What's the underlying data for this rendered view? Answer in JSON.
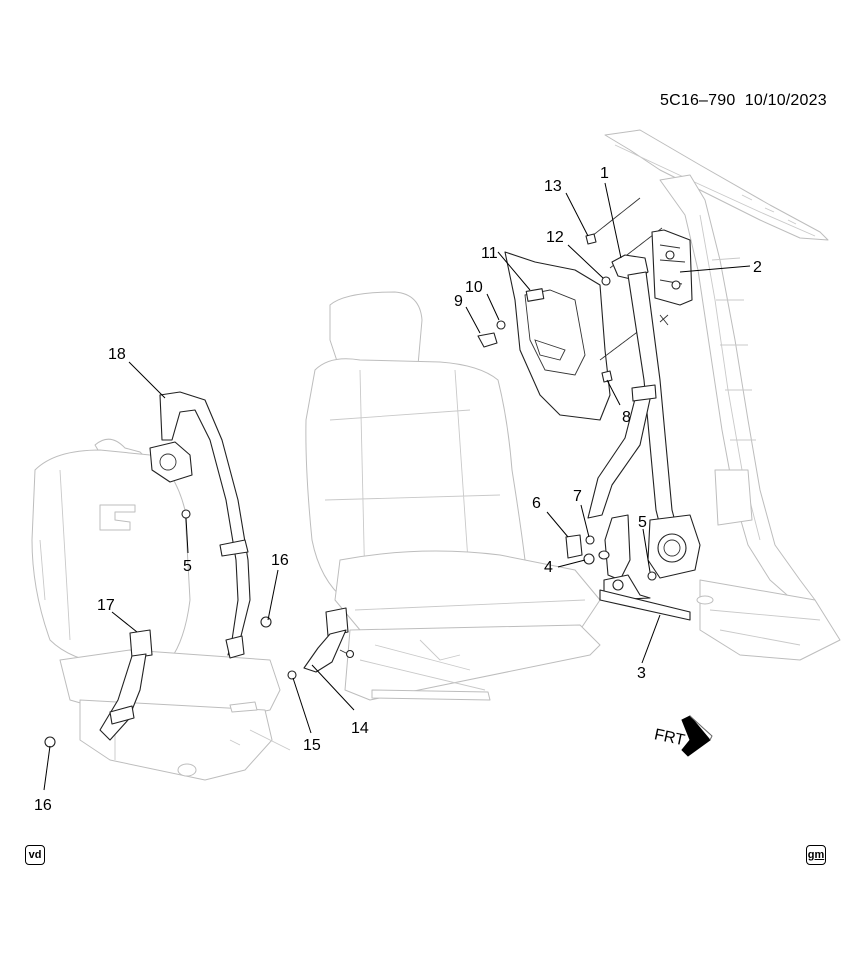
{
  "header": {
    "code": "5C16–790",
    "date": "10/10/2023"
  },
  "callouts": {
    "c1": "1",
    "c2": "2",
    "c3": "3",
    "c4": "4",
    "c5a": "5",
    "c5b": "5",
    "c6": "6",
    "c7": "7",
    "c8": "8",
    "c9": "9",
    "c10": "10",
    "c11": "11",
    "c12": "12",
    "c13": "13",
    "c14": "14",
    "c15": "15",
    "c16a": "16",
    "c16b": "16",
    "c17": "17",
    "c18": "18"
  },
  "direction": {
    "label": "FRT"
  },
  "badges": {
    "left": "vd",
    "right": "gm"
  }
}
